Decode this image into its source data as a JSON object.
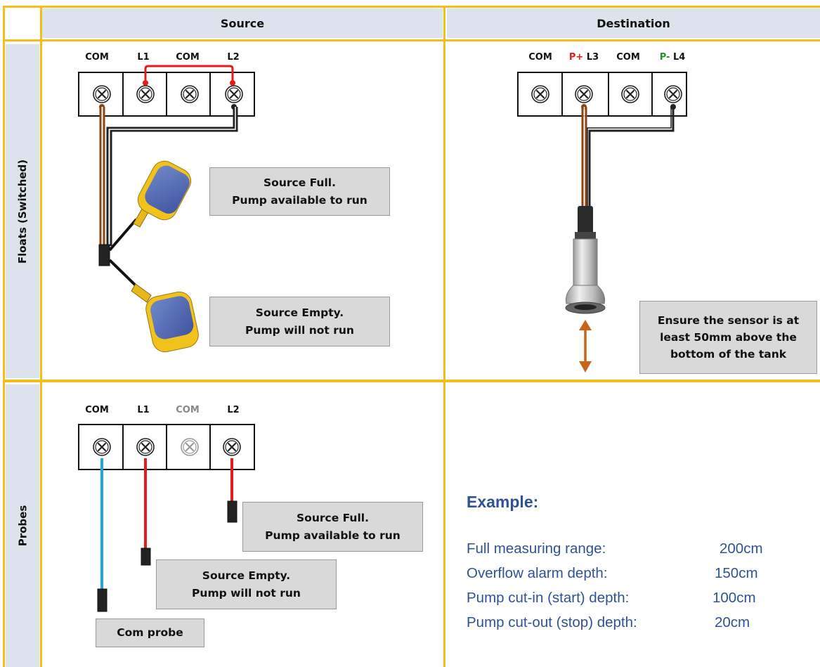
{
  "headers": {
    "source": "Source",
    "destination": "Destination"
  },
  "rows": {
    "floats": "Floats (Switched)",
    "probes": "Probes"
  },
  "source_floats": {
    "terminals": [
      "COM",
      "L1",
      "COM",
      "L2"
    ],
    "notes": {
      "full": [
        "Source Full.",
        "Pump available to run"
      ],
      "empty": [
        "Source Empty.",
        "Pump will not run"
      ]
    }
  },
  "destination": {
    "terminals": [
      {
        "prefix": "",
        "label": "COM"
      },
      {
        "prefix": "P+",
        "label": " L3"
      },
      {
        "prefix": "",
        "label": "COM"
      },
      {
        "prefix": "P-",
        "label": " L4"
      }
    ],
    "note": [
      "Ensure the sensor is at",
      "least 50mm above the",
      "bottom of the tank"
    ]
  },
  "probes": {
    "terminals": [
      "COM",
      "L1",
      "COM",
      "L2"
    ],
    "notes": {
      "full": [
        "Source Full.",
        "Pump available to run"
      ],
      "empty": [
        "Source Empty.",
        "Pump will not run"
      ],
      "com": "Com probe"
    }
  },
  "example": {
    "heading": "Example:",
    "rows": [
      {
        "label": "Full measuring range:",
        "value": "200cm"
      },
      {
        "label": "Overflow alarm depth:",
        "value": "150cm"
      },
      {
        "label": "Pump cut-in (start) depth:",
        "value": "100cm"
      },
      {
        "label": "Pump cut-out (stop) depth:",
        "value": "20cm"
      }
    ]
  },
  "colors": {
    "grid": "#f5be1a",
    "header_bg": "#dde3ec",
    "wire_brown": "#8b4513",
    "wire_black": "#222222",
    "wire_red": "#e41b1b",
    "wire_blue": "#1fa8e6",
    "arrow": "#c8651b",
    "example_text": "#2f5297"
  }
}
